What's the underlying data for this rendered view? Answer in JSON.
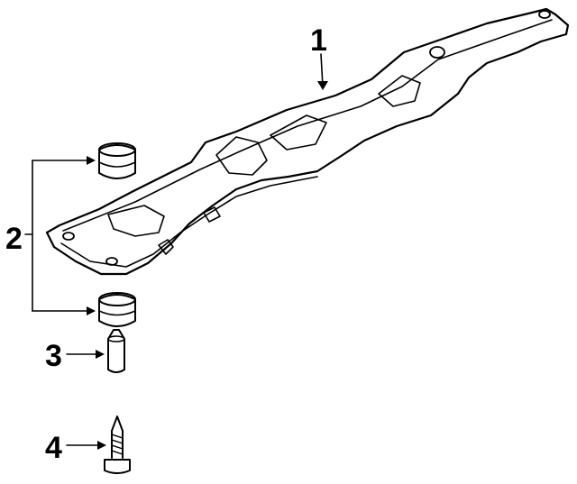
{
  "diagram": {
    "ink_color": "#000000",
    "background": "#ffffff",
    "callouts": [
      {
        "number": "1",
        "part": "crossmember"
      },
      {
        "number": "2",
        "part": "mount-bushings"
      },
      {
        "number": "3",
        "part": "spacer-pin"
      },
      {
        "number": "4",
        "part": "bolt"
      }
    ]
  }
}
